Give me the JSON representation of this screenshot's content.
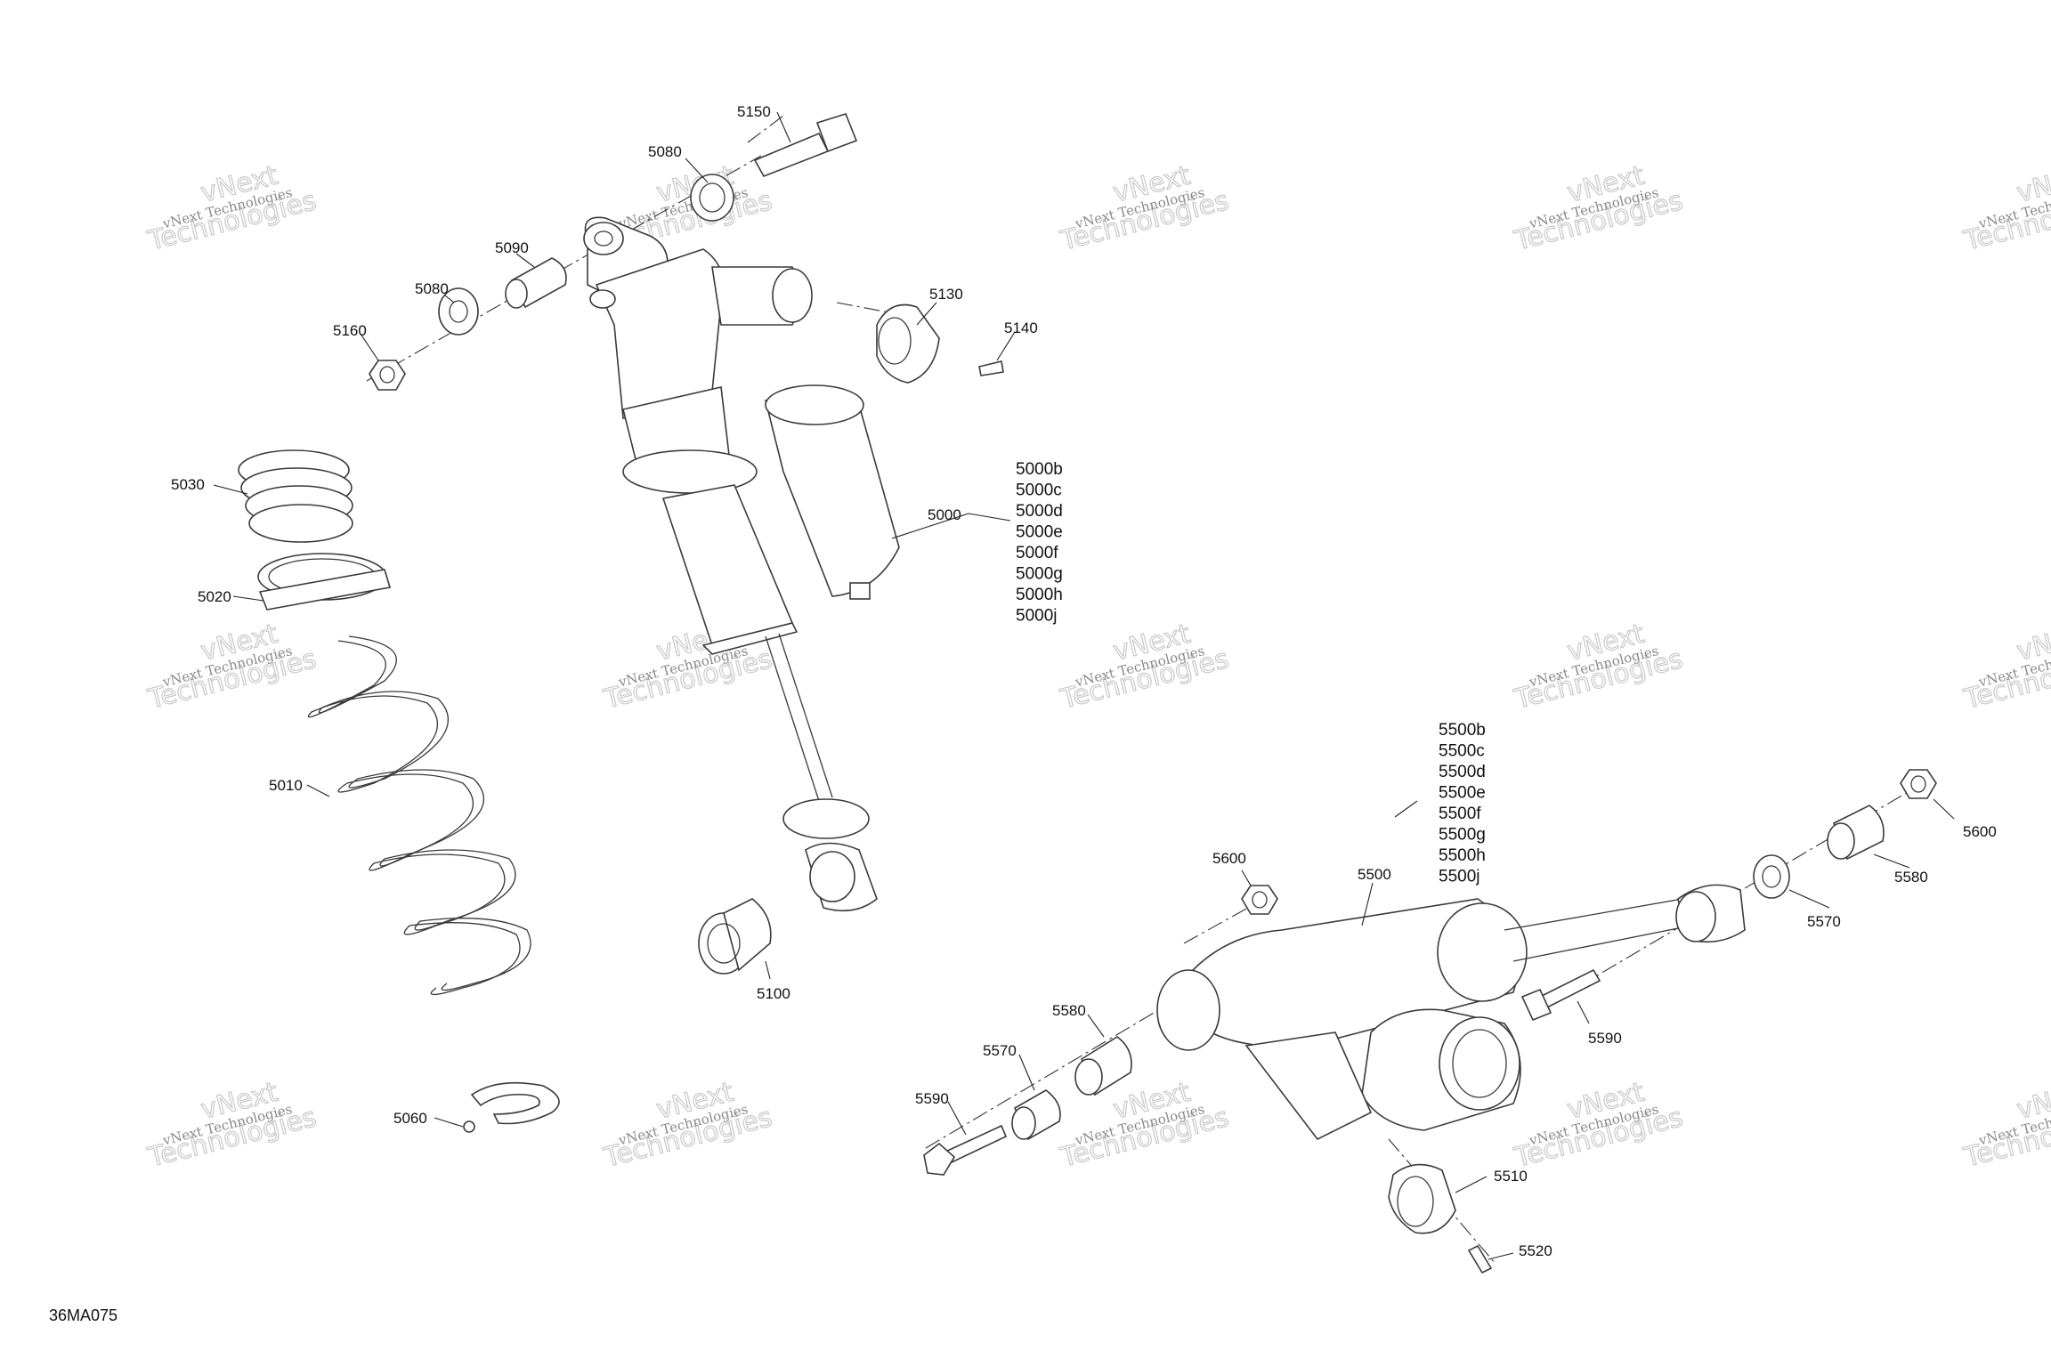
{
  "figure_id": "36MA075",
  "watermark": {
    "line1": "vNext Technologies",
    "line2": "Technologies",
    "fragment": "vNext"
  },
  "callouts": {
    "c5150": "5150",
    "c5080a": "5080",
    "c5090": "5090",
    "c5080b": "5080",
    "c5160": "5160",
    "c5130": "5130",
    "c5140": "5140",
    "c5030": "5030",
    "c5020": "5020",
    "c5010": "5010",
    "c5000": "5000",
    "c5100": "5100",
    "c5060": "5060",
    "c5600a": "5600",
    "c5500": "5500",
    "c5600b": "5600",
    "c5580a": "5580",
    "c5570a": "5570",
    "c5590a": "5590",
    "c5580b": "5580",
    "c5570b": "5570",
    "c5590b": "5590",
    "c5510": "5510",
    "c5520": "5520"
  },
  "variants_5000": [
    "5000b",
    "5000c",
    "5000d",
    "5000e",
    "5000f",
    "5000g",
    "5000h",
    "5000j"
  ],
  "variants_5500": [
    "5500b",
    "5500c",
    "5500d",
    "5500e",
    "5500f",
    "5500g",
    "5500h",
    "5500j"
  ]
}
